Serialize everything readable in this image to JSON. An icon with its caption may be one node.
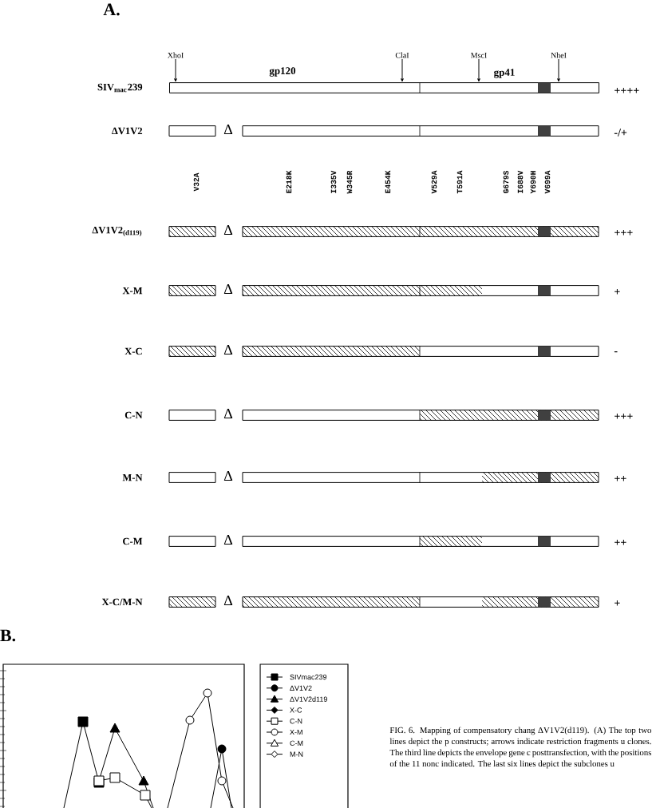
{
  "diagram": {
    "caption": "FIG. 6. Mapping of compensatory chang ΔV1V2(d119). (A) The top two lines depict the p constructs; arrows indicate restriction fragments u clones. The third line depicts the envelope gene c posttransfection, with the positions of the 11 nonc indicated. The last six lines depict the subclones u",
    "nodes": [
      {
        "text": [
          "XhoI"
        ]
      },
      {
        "text": [
          "ClaI"
        ]
      },
      {
        "text": [
          "MscI"
        ]
      },
      {
        "text": [
          "NheI"
        ]
      },
      {
        "text": [],
        "shape": "bar"
      }
    ],
    "edges": [
      {
        "from": 0,
        "to": 4,
        "arrow": "to"
      },
      {
        "from": 1,
        "to": 4,
        "arrow": "to"
      },
      {
        "from": 2,
        "to": 4,
        "arrow": "to"
      },
      {
        "from": 3,
        "to": 4,
        "arrow": "to"
      }
    ],
    "labels": [
      "A.",
      "gp120",
      "gp41",
      "SIV$_{mac}$239",
      "++++",
      "ΔV1V2",
      "Δ",
      "-/+",
      "V32A",
      "E218K",
      "I335V",
      "W345R",
      "E454K",
      "V529A",
      "T591A",
      "G679S",
      "I688V",
      "Y690H",
      "V699A",
      "ΔV1V2$_{(d119)}$",
      "Δ",
      "+++",
      "X-M",
      "Δ",
      "+",
      "X-C",
      "Δ",
      "-",
      "C-N",
      "Δ",
      "+++",
      "M-N",
      "Δ",
      "++",
      "C-M",
      "Δ",
      "++",
      "X-C/M-N",
      "Δ",
      "+",
      "B."
    ],
    "legend": [
      {
        "text": "SIVmac239"
      },
      {
        "text": "ΔV1V2"
      },
      {
        "text": "ΔV1V2d119"
      },
      {
        "text": "X-C"
      },
      {
        "text": "C-N"
      },
      {
        "text": "X-M"
      },
      {
        "text": "C-M"
      },
      {
        "text": "M-N"
      }
    ]
  }
}
